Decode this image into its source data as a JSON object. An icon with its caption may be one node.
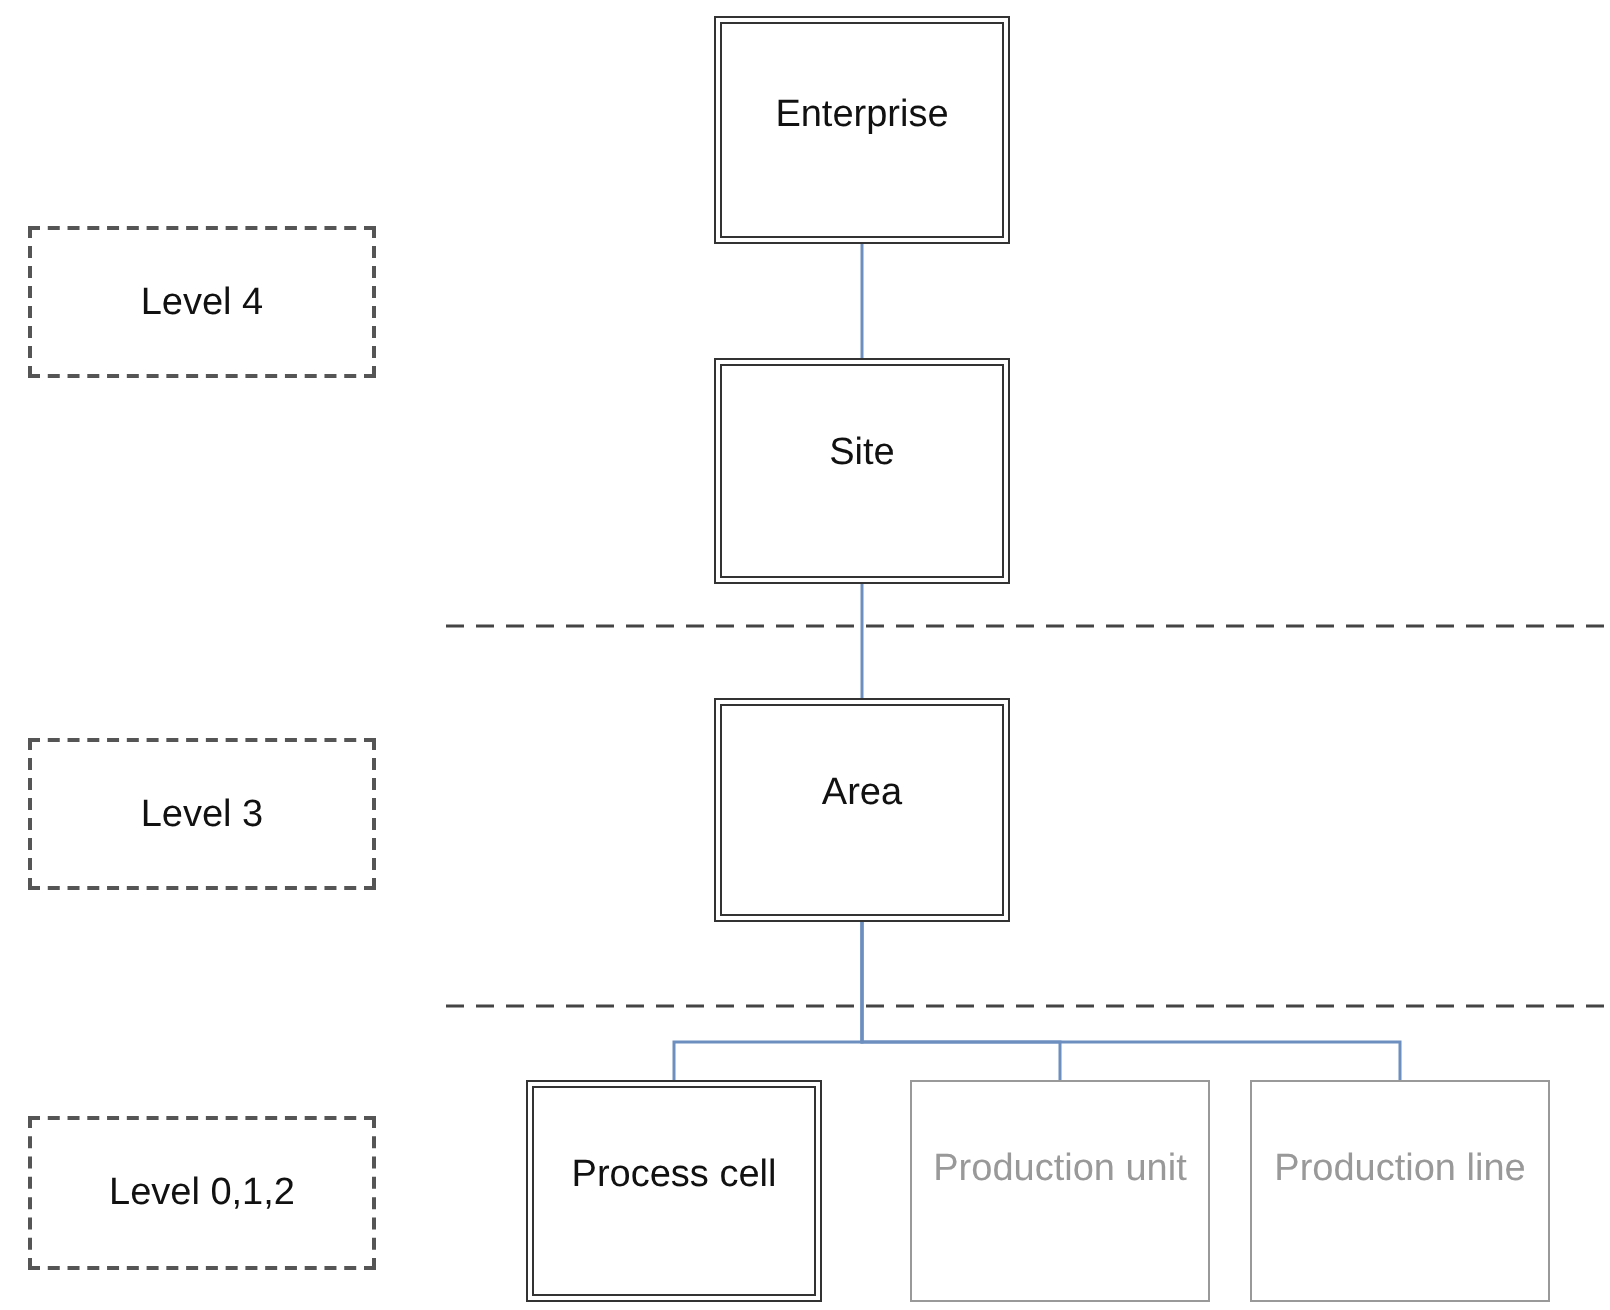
{
  "diagram": {
    "nodes": [
      {
        "text": [
          "Enterprise"
        ]
      },
      {
        "text": [
          "Site"
        ]
      },
      {
        "text": [
          "Area"
        ]
      },
      {
        "text": [
          "Process cell"
        ]
      },
      {
        "text": [
          "Production unit"
        ]
      },
      {
        "text": [
          "Production line"
        ]
      },
      {
        "text": [
          "Level 4"
        ]
      },
      {
        "text": [
          "Level 3"
        ]
      },
      {
        "text": [
          "Level 0,1,2"
        ]
      }
    ],
    "edges": [
      {
        "from": 0,
        "to": 1,
        "arrow": "none"
      },
      {
        "from": 1,
        "to": 2,
        "arrow": "none"
      },
      {
        "from": 2,
        "to": 3,
        "arrow": "none"
      },
      {
        "from": 2,
        "to": 4,
        "arrow": "none"
      },
      {
        "from": 2,
        "to": 5,
        "arrow": "none"
      }
    ]
  }
}
